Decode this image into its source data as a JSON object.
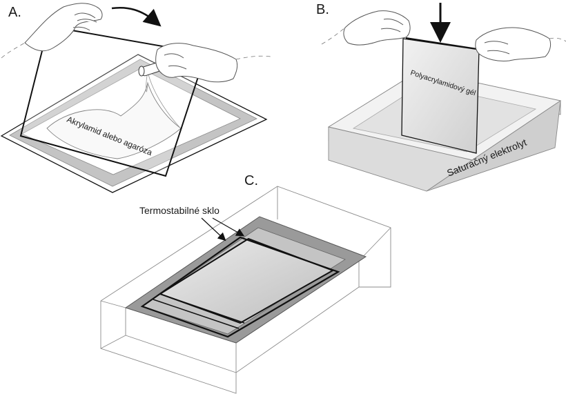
{
  "panels": {
    "a": {
      "label": "A.",
      "annotation": "Akrylamid alebo agaróza"
    },
    "b": {
      "label": "B.",
      "gel_label": "Polyacrylamidový gél",
      "tank_label": "Saturačný elektrolyt"
    },
    "c": {
      "label": "C.",
      "callout": "Termostabilné sklo"
    }
  },
  "colors": {
    "outline": "#111111",
    "frame_gray": "#c4c4c4",
    "dark_gray": "#9a9a9a",
    "light_fill": "#e6e6e6",
    "gel_fill": "#dcdcdc"
  },
  "icons": [
    "glove-hand-icon",
    "curved-arrow-icon",
    "down-arrow-icon"
  ]
}
